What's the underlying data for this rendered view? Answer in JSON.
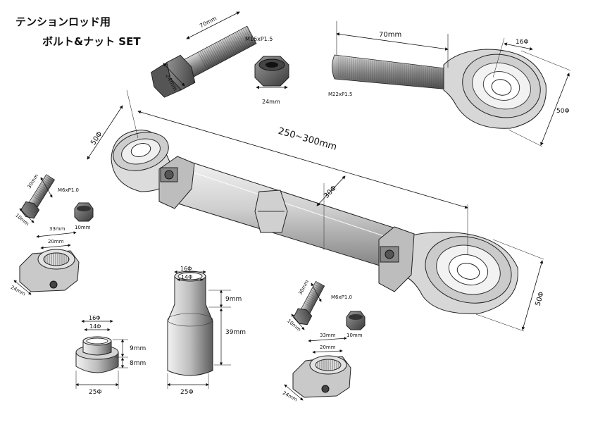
{
  "header": {
    "line1": "テンションロッド用",
    "line2": "ボルト&ナット SET"
  },
  "labels": {
    "bolt_m16_length": "70mm",
    "bolt_m16_thread": "M16xP1.5",
    "bolt_m16_head": "24mm",
    "nut_m16_width": "24mm",
    "rod_end_thread_length": "70mm",
    "rod_end_bore": "16Φ",
    "rod_end_thread": "M22xP1.5",
    "rod_end_outer": "50Φ",
    "rod_total_length": "250~300mm",
    "rod_left_outer": "50Φ",
    "rod_tube_dia": "30Φ",
    "rod_right_outer": "50Φ",
    "small_bolt_left_length": "30mm",
    "small_bolt_left_thread": "M6xP1.0",
    "small_bolt_left_head": "10mm",
    "small_nut_left": "10mm",
    "clamp_left_outer": "33mm",
    "clamp_left_inner": "20mm",
    "clamp_left_width": "24mm",
    "small_bolt_right_length": "30mm",
    "small_bolt_right_thread": "M6xP1.0",
    "small_bolt_right_head": "10mm",
    "small_nut_right": "10mm",
    "clamp_right_outer": "33mm",
    "clamp_right_inner": "20mm",
    "clamp_right_width": "24mm",
    "spacer_tall_top_outer": "16Φ",
    "spacer_tall_top_inner": "14Φ",
    "spacer_tall_upper": "9mm",
    "spacer_tall_body": "39mm",
    "spacer_tall_base": "25Φ",
    "spacer_short_top_outer": "16Φ",
    "spacer_short_top_inner": "14Φ",
    "spacer_short_upper": "9mm",
    "spacer_short_lower": "8mm",
    "spacer_short_base": "25Φ"
  },
  "colors": {
    "line": "#111111",
    "metal_dark": "#6b6b6b",
    "metal_mid": "#a8a8a8",
    "metal_light": "#e4e4e4",
    "white": "#ffffff"
  }
}
